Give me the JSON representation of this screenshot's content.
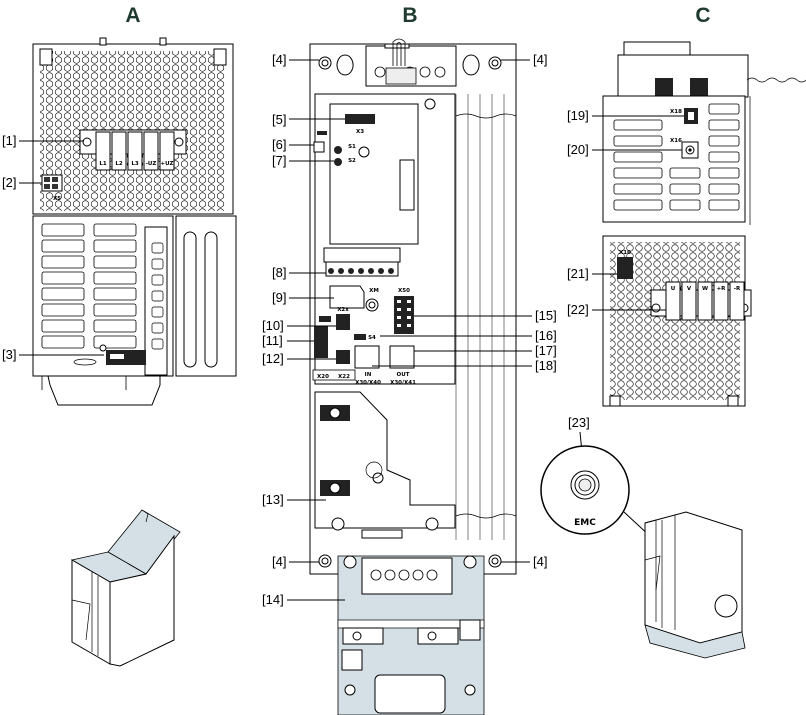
{
  "views": [
    {
      "id": "A",
      "title": "A"
    },
    {
      "id": "B",
      "title": "B"
    },
    {
      "id": "C",
      "title": "C"
    }
  ],
  "callouts": {
    "c1": "[1]",
    "c2": "[2]",
    "c3": "[3]",
    "c4a": "[4]",
    "c4b": "[4]",
    "c4c": "[4]",
    "c4d": "[4]",
    "c5": "[5]",
    "c6": "[6]",
    "c7": "[7]",
    "c8": "[8]",
    "c9": "[9]",
    "c10": "[10]",
    "c11": "[11]",
    "c12": "[12]",
    "c13": "[13]",
    "c14": "[14]",
    "c15": "[15]",
    "c16": "[16]",
    "c17": "[17]",
    "c18": "[18]",
    "c19": "[19]",
    "c20": "[20]",
    "c21": "[21]",
    "c22": "[22]",
    "c23": "[23]"
  },
  "terminal_labels_A": [
    "L1",
    "L2",
    "L3",
    "-UZ",
    "+UZ"
  ],
  "terminal_labels_C": [
    "U",
    "V",
    "W",
    "+R",
    "-R"
  ],
  "connector_labels": {
    "x5": "X5",
    "x3": "X3",
    "s1": "S1",
    "s2": "S2",
    "xm": "XM",
    "x50": "X50",
    "x2x": "X2x",
    "s4": "S4",
    "x20": "X20",
    "x22": "X22",
    "in": "IN",
    "in_sub": "X30/X40",
    "out": "OUT",
    "out_sub": "X30/X41",
    "x18": "X18",
    "x16": "X16",
    "x10": "X10",
    "emc": "EMC"
  },
  "colors": {
    "highlight": "#d4e0e6",
    "title": "#1f3a2e"
  }
}
